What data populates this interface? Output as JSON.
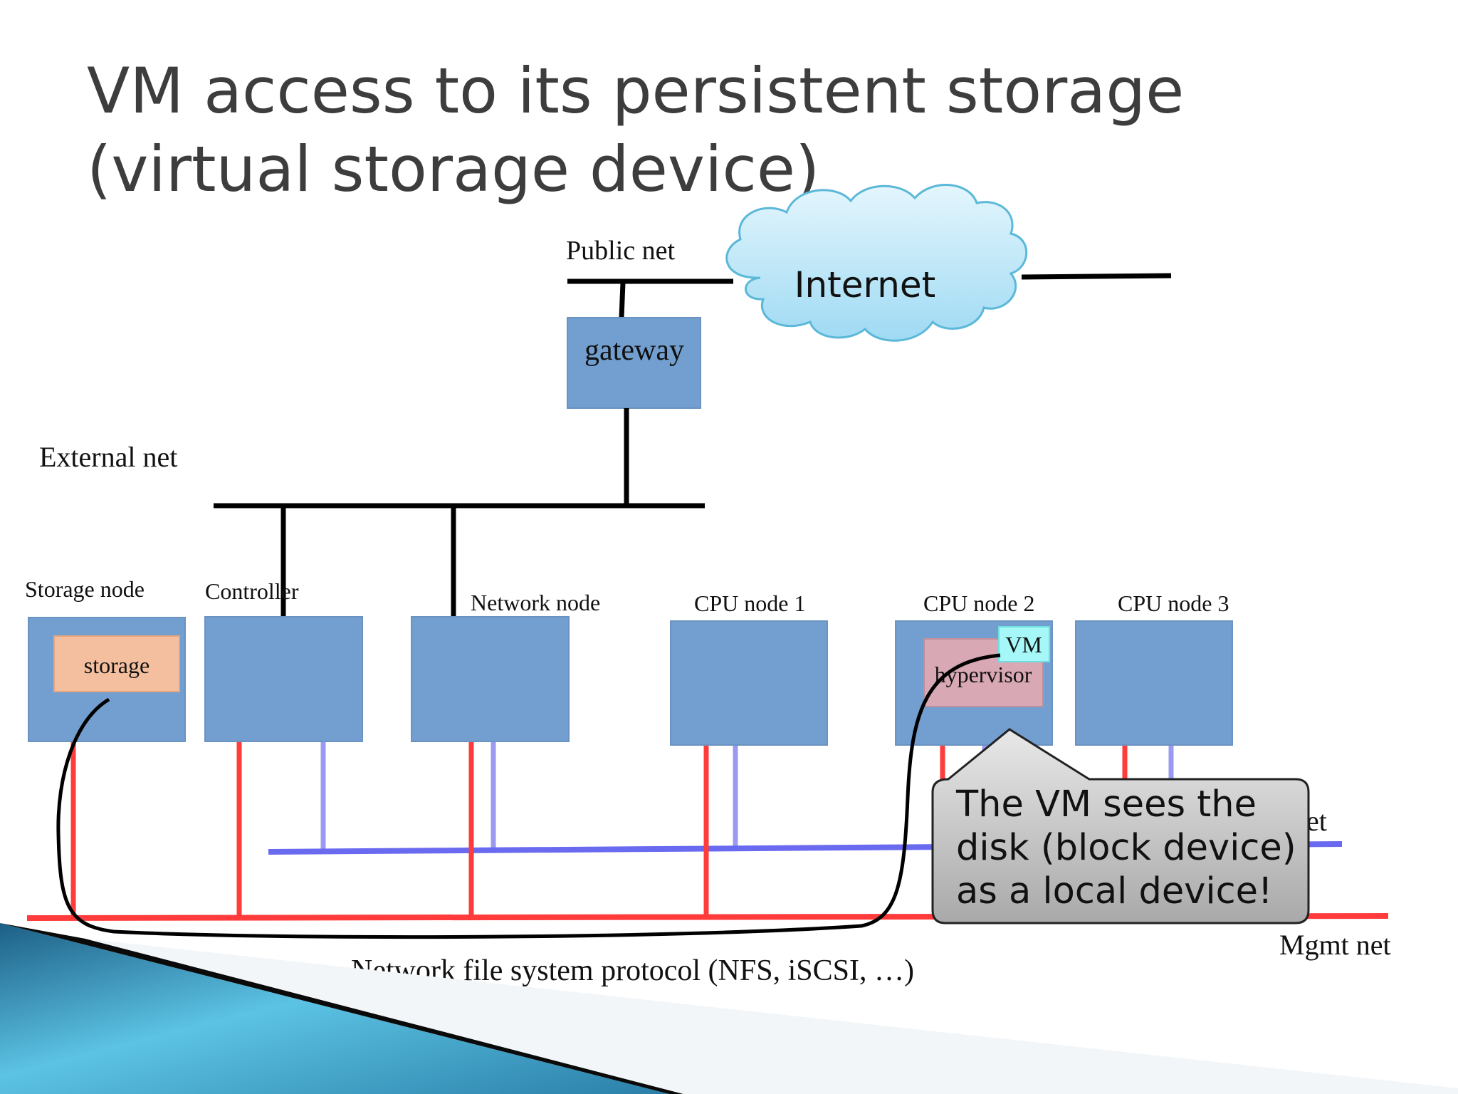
{
  "slide": {
    "title_line1": "VM access to its persistent storage",
    "title_line2": "(virtual storage device)"
  },
  "networks": {
    "public": "Public net",
    "external": "External net",
    "internal_partial": "et",
    "mgmt": "Mgmt net"
  },
  "cloud": {
    "label": "Internet"
  },
  "gateway": {
    "label": "gateway"
  },
  "nodes": [
    {
      "label": "Storage node"
    },
    {
      "label": "Controller"
    },
    {
      "label": "Network node"
    },
    {
      "label": "CPU node 1"
    },
    {
      "label": "CPU node 2"
    },
    {
      "label": "CPU node 3"
    }
  ],
  "inner": {
    "storage": "storage",
    "hypervisor": "hypervisor",
    "vm": "VM"
  },
  "callout": {
    "line1": "The VM sees the",
    "line2": "disk (block device)",
    "line3": "as a local device!"
  },
  "protocol_caption": "Network file system protocol (NFS, iSCSI, …)",
  "colors": {
    "node_fill": "#729fcf",
    "storage_box": "#f4bf9e",
    "hypervisor_box": "#d8a8b4",
    "vm_box": "#a6f7f7",
    "mgmt_line": "#ff3b3b",
    "internal_line": "#6a6af0",
    "internal_drop": "#9a9af2",
    "cloud_fill": "#cdeefb",
    "cloud_stroke": "#5bb8d8",
    "accent_dark": "#1d5f86",
    "accent_light": "#5cc3e4"
  }
}
